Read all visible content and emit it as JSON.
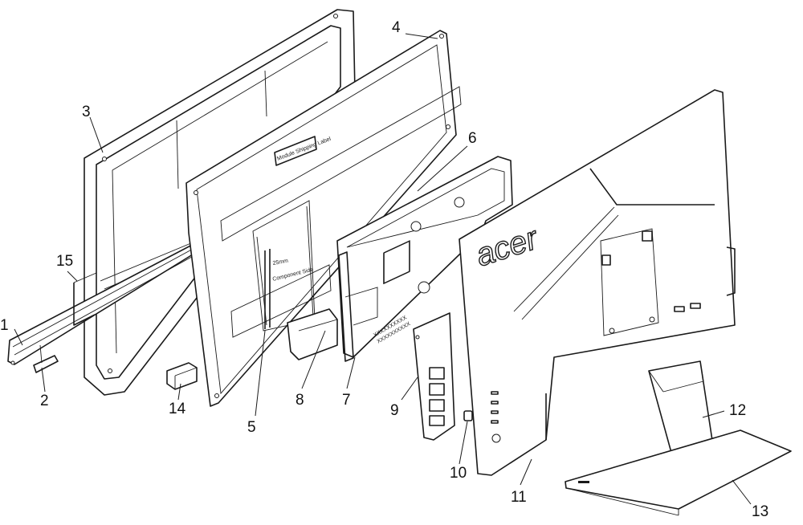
{
  "callouts": [
    {
      "id": "1",
      "label": "1"
    },
    {
      "id": "2",
      "label": "2"
    },
    {
      "id": "3",
      "label": "3"
    },
    {
      "id": "4",
      "label": "4"
    },
    {
      "id": "5",
      "label": "5"
    },
    {
      "id": "6",
      "label": "6"
    },
    {
      "id": "7",
      "label": "7"
    },
    {
      "id": "8",
      "label": "8"
    },
    {
      "id": "9",
      "label": "9"
    },
    {
      "id": "10",
      "label": "10"
    },
    {
      "id": "11",
      "label": "11"
    },
    {
      "id": "12",
      "label": "12"
    },
    {
      "id": "13",
      "label": "13"
    },
    {
      "id": "14",
      "label": "14"
    },
    {
      "id": "15",
      "label": "15"
    }
  ],
  "panel_text": {
    "shipping_label": "Module Shipping Label",
    "size": "25mm",
    "component_side": "Component Side"
  },
  "board_text": {
    "line1": "XXXXXXXXXX",
    "line2": "XXXXXXXXXX"
  },
  "logo": "acer"
}
